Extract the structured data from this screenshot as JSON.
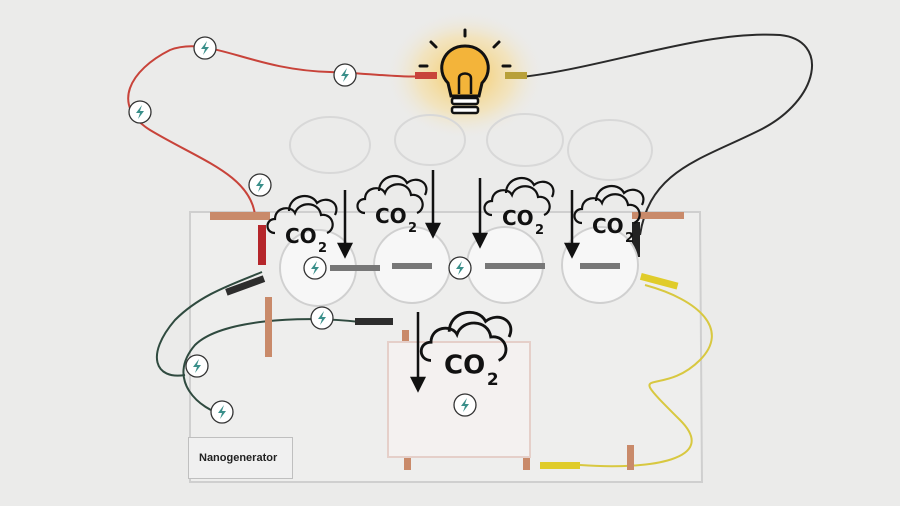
{
  "label": "Nanogenerator",
  "co2_text": "CO",
  "co2_subscript": "2",
  "colors": {
    "background": "#ebebea",
    "red_wire": "#c8433a",
    "black_wire": "#2a2a2a",
    "green_wire": "#2f4a3f",
    "yellow_wire": "#d8c840",
    "copper": "#c98a6a",
    "bulb": "#f3b43a",
    "badge": "#3a8f8a"
  }
}
